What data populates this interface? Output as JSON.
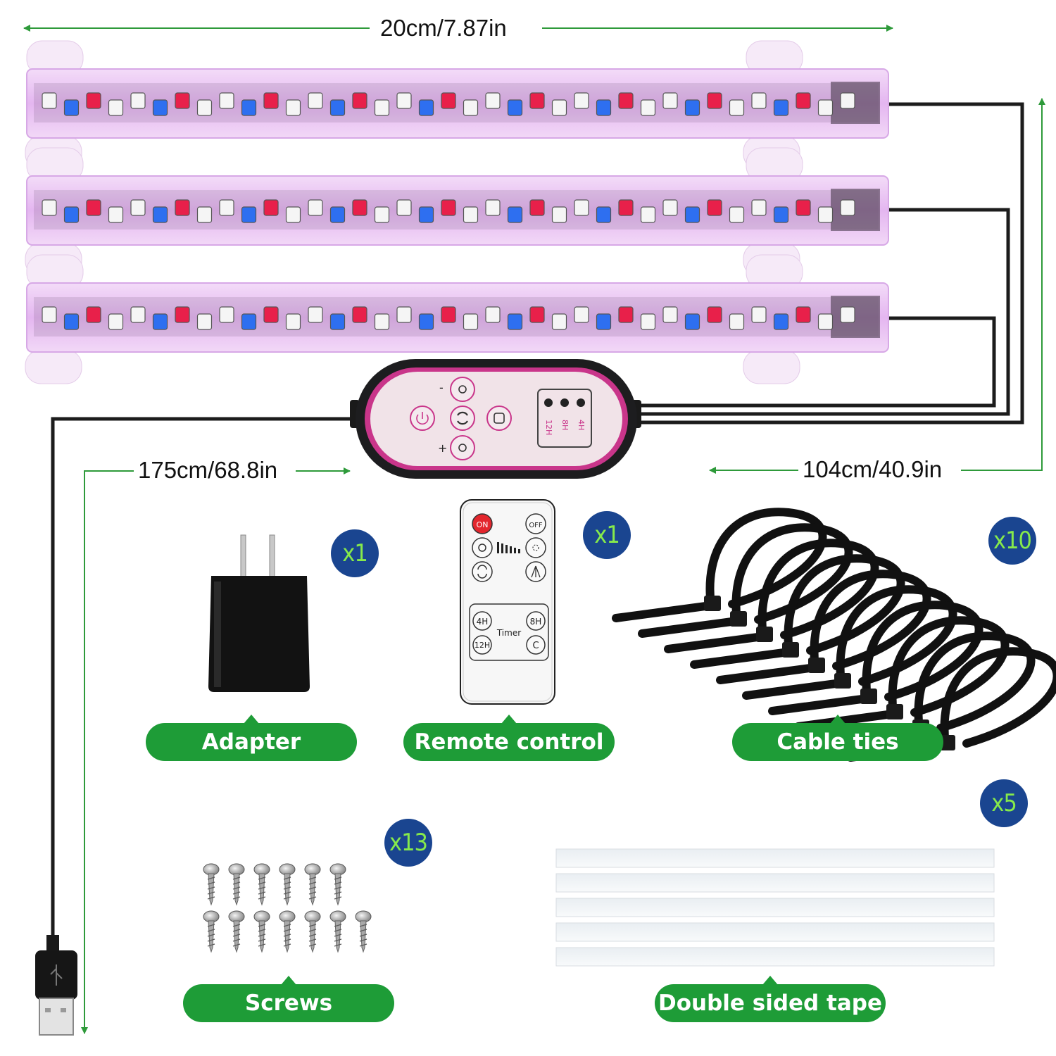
{
  "dimensions": {
    "bar_length": "20cm/7.87in",
    "usb_cable": "175cm/68.8in",
    "bar_cable": "104cm/40.9in"
  },
  "controller": {
    "minus": "-",
    "plus": "+",
    "timer_labels": [
      "4H",
      "8H",
      "12H"
    ]
  },
  "remote": {
    "on_label": "ON",
    "off_label": "OFF",
    "timer_title": "Timer",
    "timer_buttons": [
      "4H",
      "8H",
      "12H",
      "C"
    ]
  },
  "items": [
    {
      "id": "adapter",
      "label": "Adapter",
      "quantity": "x1"
    },
    {
      "id": "remote",
      "label": "Remote control",
      "quantity": "x1"
    },
    {
      "id": "cable-ties",
      "label": "Cable ties",
      "quantity": "x10"
    },
    {
      "id": "screws",
      "label": "Screws",
      "quantity": "x13"
    },
    {
      "id": "tape",
      "label": "Double sided tape",
      "quantity": "x5"
    }
  ],
  "colors": {
    "arrow": "#2e9a3a",
    "badge": "#1a4590",
    "badge_text": "#86ea4b",
    "label_bg": "#1e9c37",
    "led_red": "#e8204a",
    "led_blue": "#2e6ff0",
    "led_white": "#f5f5f5",
    "bar_glow": "#e8c4f2"
  }
}
